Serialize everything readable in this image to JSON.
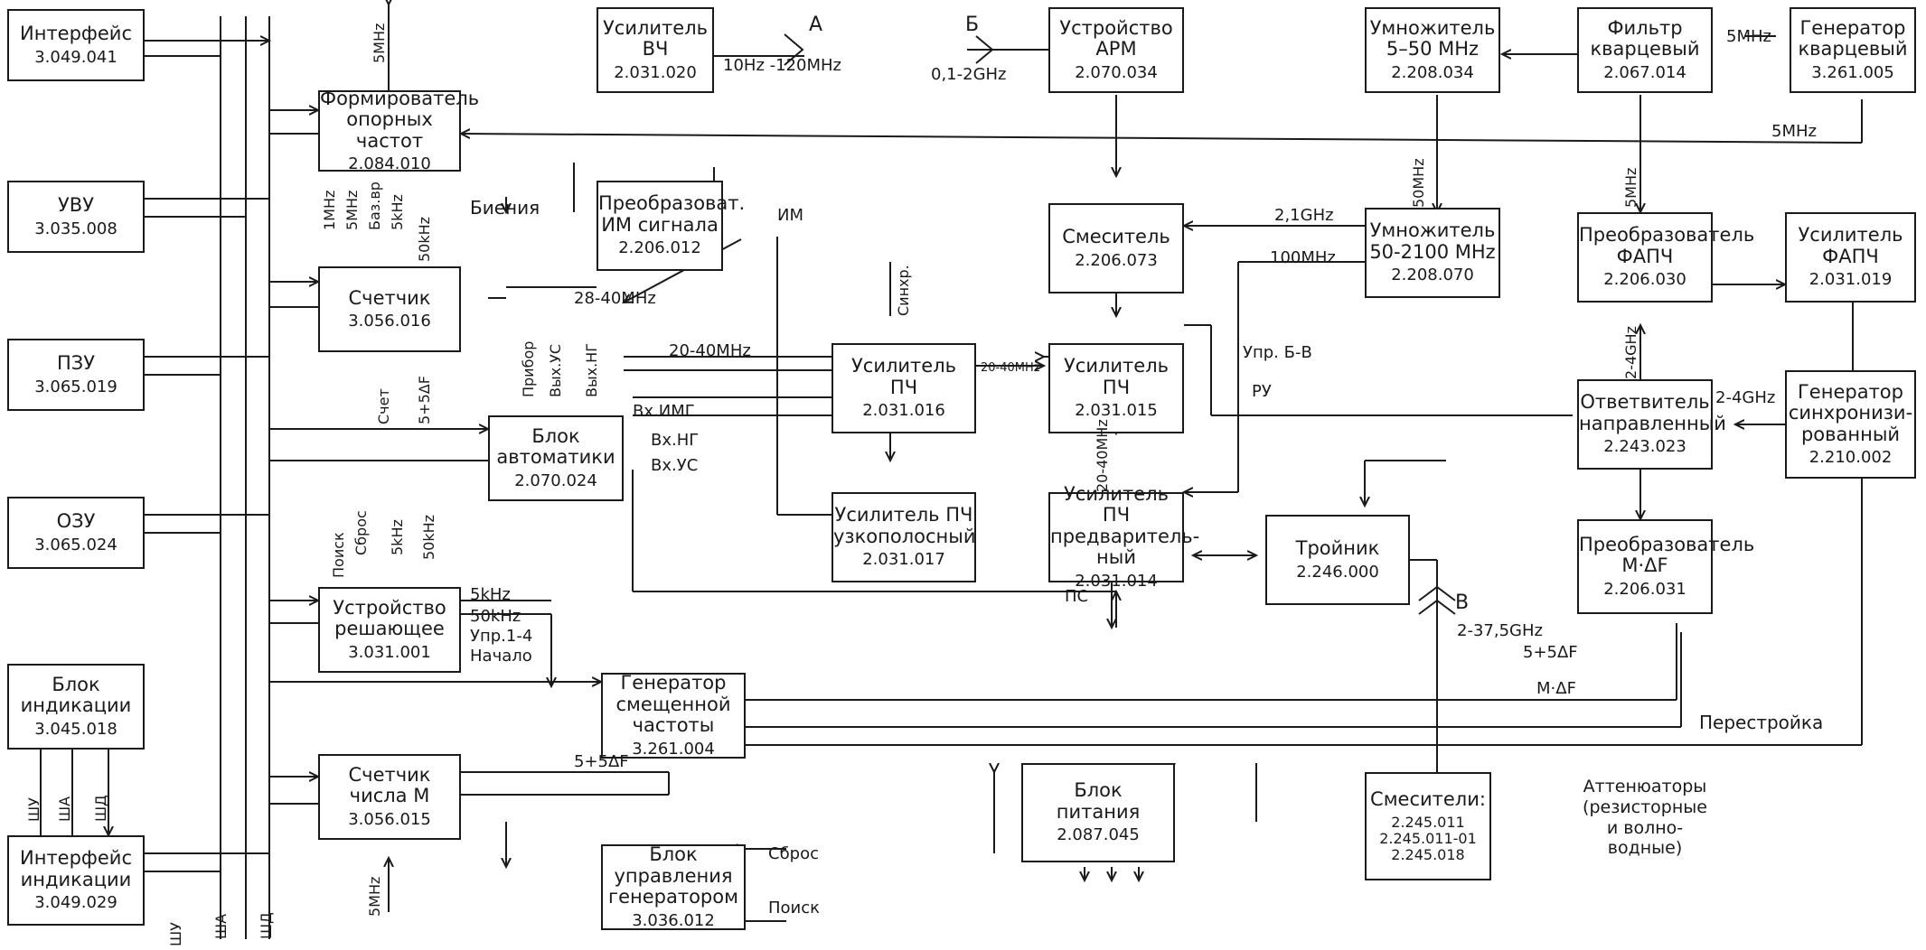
{
  "blocks": {
    "if1": {
      "title": "Интерфейс",
      "code": "3.049.041"
    },
    "uvu": {
      "title": "УВУ",
      "code": "3.035.008"
    },
    "pzu": {
      "title": "ПЗУ",
      "code": "3.065.019"
    },
    "ozu": {
      "title": "ОЗУ",
      "code": "3.065.024"
    },
    "bind": {
      "title": "Блок\nиндикации",
      "code": "3.045.018"
    },
    "ifind": {
      "title": "Интерфейс\nиндикации",
      "code": "3.049.029"
    },
    "form": {
      "title": "Формирователь\nопорных частот",
      "code": "2.084.010"
    },
    "cnt": {
      "title": "Счетчик",
      "code": "3.056.016"
    },
    "auto": {
      "title": "Блок\nавтоматики",
      "code": "2.070.024"
    },
    "solve": {
      "title": "Устройство\nрешающее",
      "code": "3.031.001"
    },
    "cntm": {
      "title": "Счетчик\nчисла М",
      "code": "3.056.015"
    },
    "gsm": {
      "title": "Генератор\nсмещенной\nчастоты",
      "code": "3.261.004"
    },
    "bug": {
      "title": "Блок\nуправления\nгенератором",
      "code": "3.036.012"
    },
    "uvch": {
      "title": "Усилитель\nВЧ",
      "code": "2.031.020"
    },
    "prim": {
      "title": "Преобразоват.\nИМ сигнала",
      "code": "2.206.012"
    },
    "upch1": {
      "title": "Усилитель\nПЧ",
      "code": "2.031.016"
    },
    "upchn": {
      "title": "Усилитель ПЧ\nузкополосный",
      "code": "2.031.017"
    },
    "arm": {
      "title": "Устройство\nАРМ",
      "code": "2.070.034"
    },
    "mix": {
      "title": "Смеситель",
      "code": "2.206.073"
    },
    "upch2": {
      "title": "Усилитель\nПЧ",
      "code": "2.031.015"
    },
    "upchp": {
      "title": "Усилитель ПЧ\nпредваритель-\nный",
      "code": "2.031.014"
    },
    "troi": {
      "title": "Тройник",
      "code": "2.246.000"
    },
    "mult1": {
      "title": "Умножитель\n5–50 MHz",
      "code": "2.208.034"
    },
    "mult2": {
      "title": "Умножитель\n50-2100 MHz",
      "code": "2.208.070"
    },
    "filt": {
      "title": "Фильтр\nкварцевый",
      "code": "2.067.014"
    },
    "gkv": {
      "title": "Генератор\nкварцевый",
      "code": "3.261.005"
    },
    "pfapch": {
      "title": "Преобразователь\nФАПЧ",
      "code": "2.206.030"
    },
    "ufapch": {
      "title": "Усилитель\nФАПЧ",
      "code": "2.031.019"
    },
    "otv": {
      "title": "Ответвитель\nнаправленный",
      "code": "2.243.023"
    },
    "gsync": {
      "title": "Генератор\nсинхронизи-\nрованный",
      "code": "2.210.002"
    },
    "pmdf": {
      "title": "Преобразователь\nМ·ΔF",
      "code": "2.206.031"
    },
    "bp": {
      "title": "Блок\nпитания",
      "code": "2.087.045"
    },
    "mixes": {
      "title": "Смесители:",
      "code": "2.245.011\n2.245.011-01\n2.245.018"
    }
  },
  "attenuators": "Аттенюаторы\n(резисторные\nи волно-\nводные)",
  "labels": {
    "A": "А",
    "B": "Б",
    "V": "В",
    "f_a": "10Hz -120MHz",
    "f_b": "0,1-2GHz",
    "f_v": "2-37,5GHz",
    "f_5mhz": "5MHz",
    "f_5mhz2": "5MHz",
    "f_21ghz": "2,1GHz",
    "f_100mhz": "100MHz",
    "f_2840": "28-40MHz",
    "f_2040": "20-40MHz",
    "f_2040b": "20-40MHz",
    "f_24ghz": "2-4GHz",
    "f_5mhz_filt": "5MHz",
    "bien": "Биения",
    "im": "ИМ",
    "upr_bv": "Упр. Б-В",
    "ru": "РУ",
    "ps": "ПС",
    "vx_img": "Вх.ИМГ",
    "vx_ng": "Вх.НГ",
    "vx_us": "Вх.УС",
    "k5": "5kHz",
    "k50": "50kHz",
    "upr14": "Упр.1-4",
    "nachalo": "Начало",
    "five5df": "5+5ΔF",
    "mdf": "М·ΔF",
    "five5df_b": "5+5ΔF",
    "perestr": "Перестройка",
    "sbros": "Сброс",
    "poisk": "Поиск",
    "v_5mhz_top": "5MHz",
    "v_5mhz_bot": "5MHz",
    "v_1mhz": "1MHz",
    "v_5mhz_f": "5MHz",
    "v_bazvr": "Баз.вр",
    "v_5khz_f": "5kHz",
    "v_50khz_f": "50kHz",
    "v_sinhr": "Синхр.",
    "v_schet": "Счет",
    "v_55": "5+5ΔF",
    "v_pribor": "Прибор",
    "v_vyhus": "Вых.УС",
    "v_vyhng": "Вых.НГ",
    "v_poisk": "Поиск",
    "v_sbros": "Сброс",
    "v_5khz_s": "5kHz",
    "v_50khz_s": "50kHz",
    "v_50mhz": "50MHz",
    "v_5mhz_r": "5MHz",
    "v_2040": "20-40MHz",
    "v_24ghz": "2-4GHz",
    "v_shu": "ШУ",
    "v_sha": "ША",
    "v_shd": "ШД",
    "v_shu2": "ШУ",
    "v_sha2": "ША",
    "v_shd2": "ШД"
  }
}
